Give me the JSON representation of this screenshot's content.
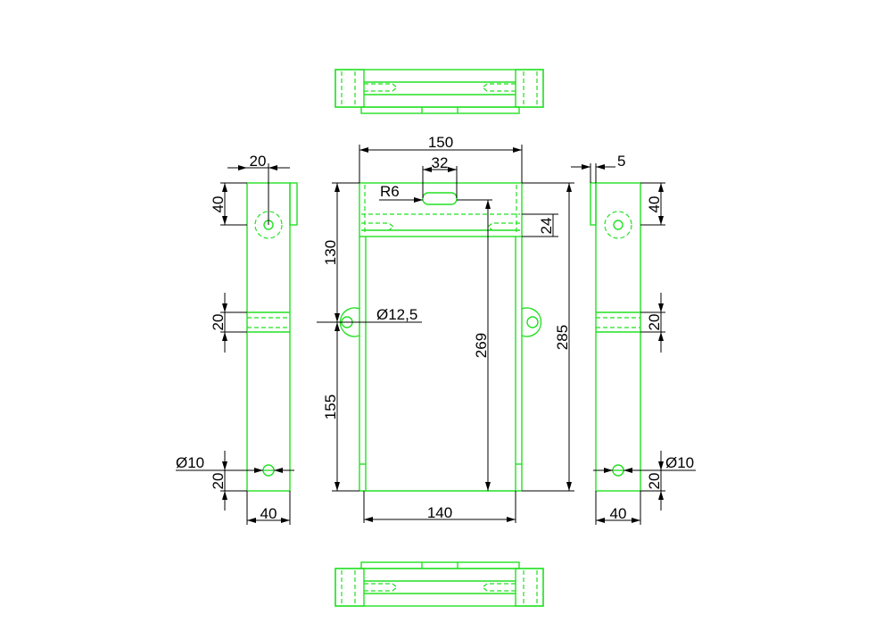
{
  "drawing": {
    "line_color": "#22e022",
    "dim_color": "#000000",
    "front_view": {
      "width": "150",
      "slot_width": "32",
      "slot_radius": "R6",
      "upper_height": "130",
      "lower_height": "155",
      "boss_diameter": "Ø12,5",
      "depth_to_slot": "269",
      "total_height": "285",
      "crossbar": "24",
      "inner_width": "140"
    },
    "left_view": {
      "top_offset": "20",
      "top_height": "40",
      "band": "20",
      "hole": "Ø10",
      "bottom_offset": "20",
      "width": "40"
    },
    "right_view": {
      "tab": "5",
      "top_height": "40",
      "band": "20",
      "hole": "Ø10",
      "bottom_offset": "20",
      "width": "40"
    }
  }
}
